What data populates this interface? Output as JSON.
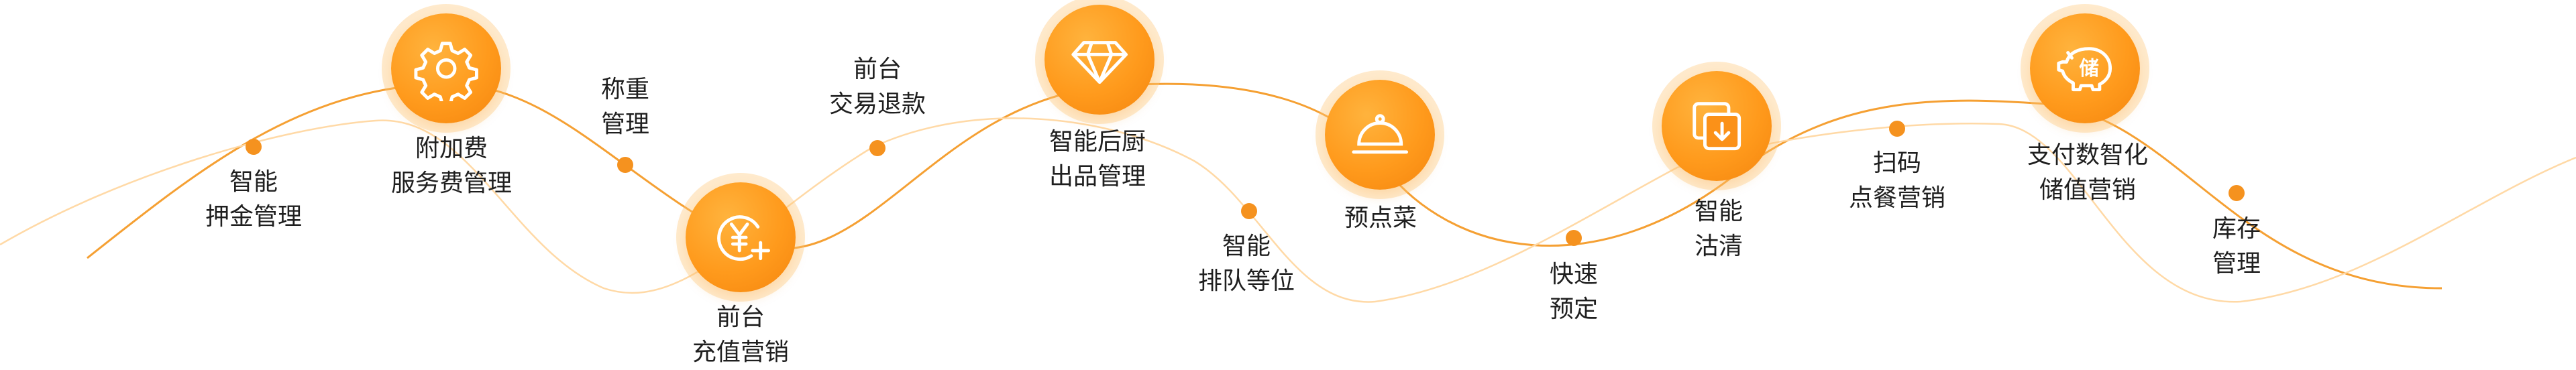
{
  "colors": {
    "accent": "#ff9a1c",
    "line": "#f5a033",
    "line_light": "#ffd9a6",
    "text": "#1f1f1f"
  },
  "steps": [
    {
      "id": "deposit",
      "lines": [
        "智能",
        "押金管理"
      ]
    },
    {
      "id": "surcharge",
      "icon": "gear-icon",
      "lines": [
        "附加费",
        "服务费管理"
      ]
    },
    {
      "id": "weighing",
      "lines": [
        "称重",
        "管理"
      ]
    },
    {
      "id": "recharge",
      "icon": "yen-plus-icon",
      "lines": [
        "前台",
        "充值营销"
      ]
    },
    {
      "id": "refund",
      "lines": [
        "前台",
        "交易退款"
      ]
    },
    {
      "id": "kitchen",
      "icon": "diamond-icon",
      "lines": [
        "智能后厨",
        "出品管理"
      ]
    },
    {
      "id": "queue",
      "lines": [
        "智能",
        "排队等位"
      ]
    },
    {
      "id": "preorder",
      "icon": "cloche-icon",
      "lines": [
        "预点菜"
      ]
    },
    {
      "id": "booking",
      "lines": [
        "快速",
        "预定"
      ]
    },
    {
      "id": "clearing",
      "icon": "clear-table-icon",
      "lines": [
        "智能",
        "沽清"
      ]
    },
    {
      "id": "scan",
      "lines": [
        "扫码",
        "点餐营销"
      ]
    },
    {
      "id": "storedvalue",
      "icon": "piggy-bank-icon",
      "lines": [
        "支付数智化",
        "储值营销"
      ]
    },
    {
      "id": "inventory",
      "lines": [
        "库存",
        "管理"
      ]
    }
  ],
  "icon_text": {
    "piggy": "储"
  }
}
